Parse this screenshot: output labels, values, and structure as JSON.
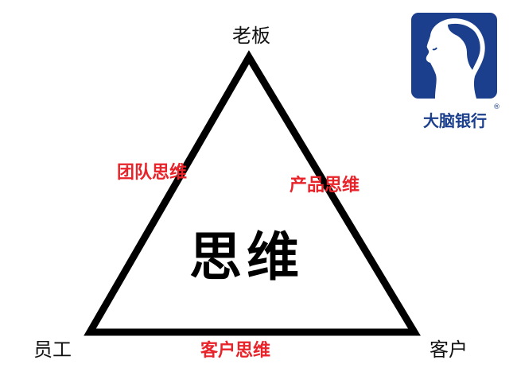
{
  "diagram": {
    "top_vertex": "老板",
    "left_vertex": "员工",
    "right_vertex": "客户",
    "left_edge": "团队思维",
    "right_edge": "产品思维",
    "bottom_edge": "客户思维",
    "center": "思维"
  },
  "brand": {
    "name": "大脑银行",
    "registered_mark": "®",
    "color": "#1b3f8c"
  },
  "colors": {
    "accent_red": "#e8232a",
    "line": "#000000"
  }
}
